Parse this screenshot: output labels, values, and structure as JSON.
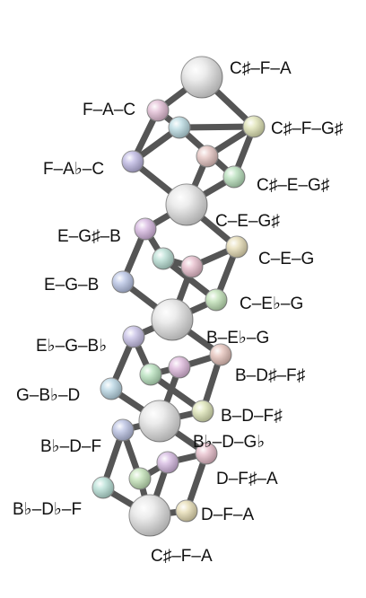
{
  "diagram": {
    "nodes": [
      {
        "id": "big_top",
        "kind": "big",
        "color": "#e6e6e6"
      },
      {
        "id": "top_pink",
        "kind": "small",
        "color": "#e2bcd4"
      },
      {
        "id": "top_cyan",
        "kind": "small",
        "color": "#b9dbe2"
      },
      {
        "id": "top_yellow",
        "kind": "small",
        "color": "#dfe3b3"
      },
      {
        "id": "top_lavender",
        "kind": "small",
        "color": "#bdb7e3"
      },
      {
        "id": "top_rose",
        "kind": "small",
        "color": "#e5c4c1"
      },
      {
        "id": "top_green",
        "kind": "small",
        "color": "#b7e0bb"
      },
      {
        "id": "big_mid1",
        "kind": "big",
        "color": "#e6e6e6"
      },
      {
        "id": "m1_violet",
        "kind": "small",
        "color": "#d6b6e0"
      },
      {
        "id": "m1_cyan",
        "kind": "small",
        "color": "#b8dfd4"
      },
      {
        "id": "m1_yellow",
        "kind": "small",
        "color": "#e6dcb4"
      },
      {
        "id": "m1_pink",
        "kind": "small",
        "color": "#e7bccb"
      },
      {
        "id": "m1_blue",
        "kind": "small",
        "color": "#b8c4e6"
      },
      {
        "id": "m1_green",
        "kind": "small",
        "color": "#c0e2b6"
      },
      {
        "id": "big_mid2",
        "kind": "big",
        "color": "#e6e6e6"
      },
      {
        "id": "m2_lavender",
        "kind": "small",
        "color": "#c6bfe6"
      },
      {
        "id": "m2_rose",
        "kind": "small",
        "color": "#e6c2ba"
      },
      {
        "id": "m2_green",
        "kind": "small",
        "color": "#b7e2bd"
      },
      {
        "id": "m2_pink",
        "kind": "small",
        "color": "#deb8dc"
      },
      {
        "id": "m2_cyan",
        "kind": "small",
        "color": "#b8d6e4"
      },
      {
        "id": "m2_yellow",
        "kind": "small",
        "color": "#dde4b5"
      },
      {
        "id": "big_mid3",
        "kind": "big",
        "color": "#e6e6e6"
      },
      {
        "id": "b_blue",
        "kind": "small",
        "color": "#b8c0e2"
      },
      {
        "id": "b_violet",
        "kind": "small",
        "color": "#d4b7e0"
      },
      {
        "id": "b_pink",
        "kind": "small",
        "color": "#e6bcc9"
      },
      {
        "id": "b_green",
        "kind": "small",
        "color": "#c2e2b6"
      },
      {
        "id": "b_cyan",
        "kind": "small",
        "color": "#b6e0d6"
      },
      {
        "id": "b_yellow",
        "kind": "small",
        "color": "#e6dcb2"
      },
      {
        "id": "big_bottom",
        "kind": "big",
        "color": "#e6e6e6"
      }
    ],
    "edges": [
      [
        "big_top",
        "top_pink"
      ],
      [
        "big_top",
        "top_yellow"
      ],
      [
        "top_pink",
        "top_lavender"
      ],
      [
        "top_pink",
        "top_cyan"
      ],
      [
        "top_cyan",
        "top_yellow"
      ],
      [
        "top_cyan",
        "top_lavender"
      ],
      [
        "top_cyan",
        "top_green"
      ],
      [
        "top_yellow",
        "top_green"
      ],
      [
        "top_yellow",
        "top_rose"
      ],
      [
        "top_lavender",
        "big_mid1"
      ],
      [
        "top_green",
        "big_mid1"
      ],
      [
        "top_rose",
        "big_mid1"
      ],
      [
        "big_mid1",
        "m1_violet"
      ],
      [
        "big_mid1",
        "m1_yellow"
      ],
      [
        "m1_violet",
        "m1_cyan"
      ],
      [
        "m1_violet",
        "m1_blue"
      ],
      [
        "m1_cyan",
        "m1_pink"
      ],
      [
        "m1_cyan",
        "m1_green"
      ],
      [
        "m1_yellow",
        "m1_pink"
      ],
      [
        "m1_yellow",
        "m1_green"
      ],
      [
        "m1_blue",
        "big_mid2"
      ],
      [
        "m1_green",
        "big_mid2"
      ],
      [
        "m1_pink",
        "big_mid2"
      ],
      [
        "big_mid2",
        "m2_lavender"
      ],
      [
        "big_mid2",
        "m2_rose"
      ],
      [
        "m2_lavender",
        "m2_green"
      ],
      [
        "m2_lavender",
        "m2_cyan"
      ],
      [
        "m2_green",
        "m2_pink"
      ],
      [
        "m2_green",
        "m2_yellow"
      ],
      [
        "m2_rose",
        "m2_pink"
      ],
      [
        "m2_rose",
        "m2_yellow"
      ],
      [
        "m2_cyan",
        "big_mid3"
      ],
      [
        "m2_yellow",
        "big_mid3"
      ],
      [
        "m2_pink",
        "big_mid3"
      ],
      [
        "big_mid3",
        "b_blue"
      ],
      [
        "big_mid3",
        "b_pink"
      ],
      [
        "b_blue",
        "b_cyan"
      ],
      [
        "b_blue",
        "b_green"
      ],
      [
        "b_violet",
        "b_green"
      ],
      [
        "b_violet",
        "b_pink"
      ],
      [
        "b_violet",
        "big_bottom"
      ],
      [
        "b_pink",
        "b_yellow"
      ],
      [
        "b_green",
        "big_bottom"
      ],
      [
        "b_cyan",
        "big_bottom"
      ],
      [
        "b_yellow",
        "big_bottom"
      ]
    ],
    "labels": [
      {
        "id": "lbl_top",
        "text": "C♯–F–A"
      },
      {
        "id": "lbl_fac",
        "text": "F–A–C"
      },
      {
        "id": "lbl_csfgs",
        "text": "C♯–F–G♯"
      },
      {
        "id": "lbl_fabc",
        "text": "F–A♭–C"
      },
      {
        "id": "lbl_csegs",
        "text": "C♯–E–G♯"
      },
      {
        "id": "lbl_cegs",
        "text": "C–E–G♯"
      },
      {
        "id": "lbl_egsb",
        "text": "E–G♯–B"
      },
      {
        "id": "lbl_ceg",
        "text": "C–E–G"
      },
      {
        "id": "lbl_egb",
        "text": "E–G–B"
      },
      {
        "id": "lbl_cebg",
        "text": "C–E♭–G"
      },
      {
        "id": "lbl_bebg",
        "text": "B–E♭–G"
      },
      {
        "id": "lbl_ebgbb",
        "text": "E♭–G–B♭"
      },
      {
        "id": "lbl_bdsfs",
        "text": "B–D♯–F♯"
      },
      {
        "id": "lbl_gbbd",
        "text": "G–B♭–D"
      },
      {
        "id": "lbl_bdfs",
        "text": "B–D–F♯"
      },
      {
        "id": "lbl_bbdf",
        "text": "B♭–D–F"
      },
      {
        "id": "lbl_bbdgb",
        "text": "B♭–D–G♭"
      },
      {
        "id": "lbl_dfsa",
        "text": "D–F♯–A"
      },
      {
        "id": "lbl_bbdbf",
        "text": "B♭–D♭–F"
      },
      {
        "id": "lbl_dfa",
        "text": "D–F–A"
      },
      {
        "id": "lbl_bottom",
        "text": "C♯–F–A"
      }
    ]
  }
}
